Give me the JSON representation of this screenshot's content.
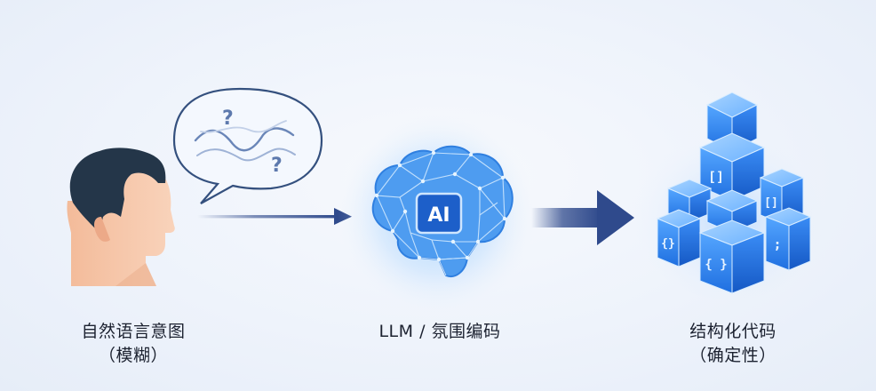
{
  "stages": [
    {
      "title": "自然语言意图",
      "subtitle": "（模糊）",
      "icon": "confused-person-icon"
    },
    {
      "title": "LLM / 氛围编码",
      "subtitle": "",
      "icon": "ai-brain-icon",
      "badge": "AI"
    },
    {
      "title": "结构化代码",
      "subtitle": "（确定性）",
      "icon": "code-blocks-icon",
      "block_symbols": [
        "[]",
        "[]",
        "{}",
        "{ }",
        ";"
      ]
    }
  ],
  "colors": {
    "skin": "#f6c9ad",
    "hair": "#233548",
    "arrow": "#2f4a8c",
    "brain": "#3f8ee8",
    "cube": "#2e7ff0"
  }
}
